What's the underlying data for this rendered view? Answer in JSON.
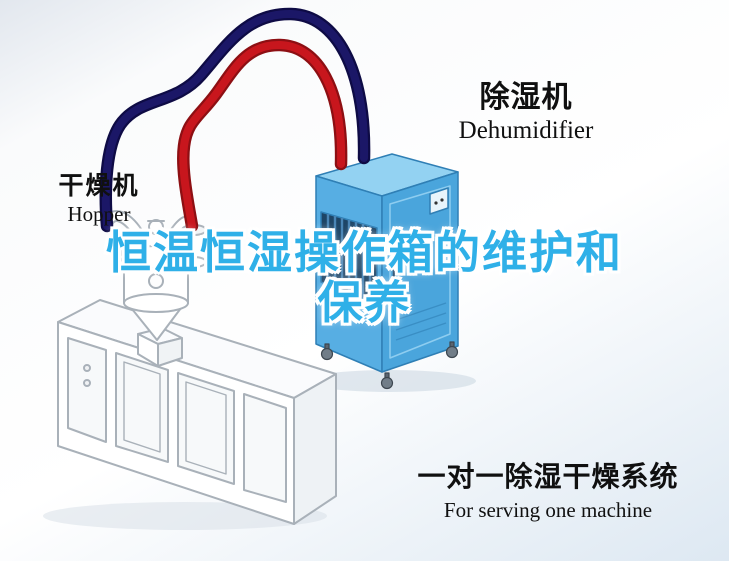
{
  "title": {
    "line1": "恒温恒湿操作箱的维护和",
    "line2": "保养",
    "color": "#2fb0e8"
  },
  "labels": {
    "dehumidifier": {
      "cn": "除湿机",
      "en": "Dehumidifier"
    },
    "hopper": {
      "cn": "干燥机",
      "en": "Hopper"
    },
    "system": {
      "cn": "一对一除湿干燥系统",
      "en": "For serving one machine"
    }
  },
  "colors": {
    "hose_red": "#c8161d",
    "hose_red_dark": "#8d0f13",
    "hose_navy": "#1b1767",
    "hose_navy_dark": "#0e0b45",
    "cabinet_front": "#57aee3",
    "cabinet_side": "#4aa5dc",
    "cabinet_top": "#93d2f2",
    "cabinet_edge": "#2f7fb5",
    "vent_dark": "#1e4566",
    "vent_slat": "#4a85b5",
    "machine_outline": "#a9b1b9",
    "text": "#101010"
  }
}
